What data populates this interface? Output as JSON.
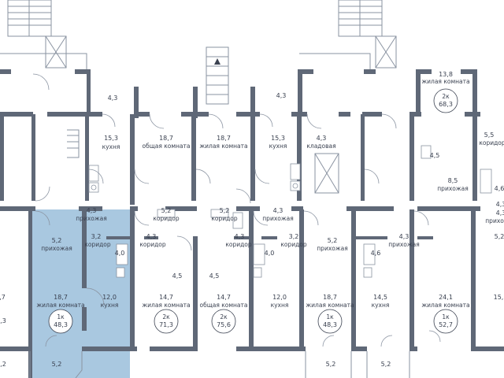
{
  "plan": {
    "highlight_color": "#a9c8e0",
    "wall_color": "#5f6877",
    "labels": [
      {
        "id": "t1",
        "area": "4,3",
        "name": ""
      },
      {
        "id": "t2",
        "area": "15,3",
        "name": "кухня"
      },
      {
        "id": "t3",
        "area": "18,7",
        "name": "общая комната"
      },
      {
        "id": "t4",
        "area": "18,7",
        "name": "жилая комната"
      },
      {
        "id": "t5",
        "area": "4,3",
        "name": ""
      },
      {
        "id": "t6",
        "area": "15,3",
        "name": "кухня"
      },
      {
        "id": "t7",
        "area": "4,3",
        "name": "кладовая"
      },
      {
        "id": "t8",
        "area": "13,8",
        "name": "жилая комната"
      },
      {
        "id": "t9",
        "area": "5,5",
        "name": "коридор"
      },
      {
        "id": "t10",
        "area": "4,5",
        "name": ""
      },
      {
        "id": "t11",
        "area": "8,5",
        "name": "прихожая"
      },
      {
        "id": "t12",
        "area": "4,6",
        "name": ""
      },
      {
        "id": "m1",
        "area": "4,3",
        "name": "прихожая"
      },
      {
        "id": "m2",
        "area": "5,2",
        "name": "коридор"
      },
      {
        "id": "m3",
        "area": "5,2",
        "name": "коридор"
      },
      {
        "id": "m4",
        "area": "4,3",
        "name": "прихожая"
      },
      {
        "id": "m5",
        "area": "4,3",
        "name": "прихожая"
      },
      {
        "id": "b1",
        "area": "5,2",
        "name": "прихожая"
      },
      {
        "id": "b2",
        "area": "3,2",
        "name": "коридор"
      },
      {
        "id": "b3",
        "area": "4,0",
        "name": ""
      },
      {
        "id": "b4",
        "area": "4,3",
        "name": "коридор"
      },
      {
        "id": "b5",
        "area": "4,5",
        "name": ""
      },
      {
        "id": "b6",
        "area": "4,5",
        "name": ""
      },
      {
        "id": "b7",
        "area": "4,3",
        "name": "коридор"
      },
      {
        "id": "b8",
        "area": "4,0",
        "name": ""
      },
      {
        "id": "b9",
        "area": "3,2",
        "name": "коридор"
      },
      {
        "id": "b10",
        "area": "5,2",
        "name": "прихожая"
      },
      {
        "id": "b11",
        "area": "4,3",
        "name": "прихожая"
      },
      {
        "id": "b12",
        "area": "4,6",
        "name": ""
      },
      {
        "id": "b13",
        "area": "5,2",
        "name": ""
      },
      {
        "id": "r1",
        "area": "18,7",
        "name": "жилая комната"
      },
      {
        "id": "r2",
        "area": "12,0",
        "name": "кухня"
      },
      {
        "id": "r3",
        "area": "14,7",
        "name": "жилая комната"
      },
      {
        "id": "r4",
        "area": "14,7",
        "name": "общая комната"
      },
      {
        "id": "r5",
        "area": "12,0",
        "name": "кухня"
      },
      {
        "id": "r6",
        "area": "18,7",
        "name": "жилая комната"
      },
      {
        "id": "r7",
        "area": "14,5",
        "name": "кухня"
      },
      {
        "id": "r8",
        "area": "24,1",
        "name": "жилая комната"
      },
      {
        "id": "r9",
        "area": "15,",
        "name": ""
      },
      {
        "id": "r10",
        "area": ",7",
        "name": ""
      },
      {
        "id": "bal1",
        "area": "5,2",
        "name": ""
      },
      {
        "id": "bal2",
        "area": "5,2",
        "name": ""
      },
      {
        "id": "bal3",
        "area": "5,2",
        "name": ""
      },
      {
        "id": "bal4",
        "area": ",2",
        "name": ""
      }
    ],
    "apartments": [
      {
        "id": "a1",
        "type": "1к",
        "total": "48,3"
      },
      {
        "id": "a2",
        "type": "2к",
        "total": "71,3"
      },
      {
        "id": "a3",
        "type": "2к",
        "total": "75,6"
      },
      {
        "id": "a4",
        "type": "1к",
        "total": "48,3"
      },
      {
        "id": "a5",
        "type": "1к",
        "total": "52,7"
      },
      {
        "id": "a6",
        "type": "2к",
        "total": "68,3"
      }
    ],
    "partial_labels": [
      {
        "id": "p1",
        "text": "4,3"
      },
      {
        "id": "p2",
        "text": "прихожая"
      },
      {
        "id": "p3",
        "text": ",3"
      }
    ]
  }
}
